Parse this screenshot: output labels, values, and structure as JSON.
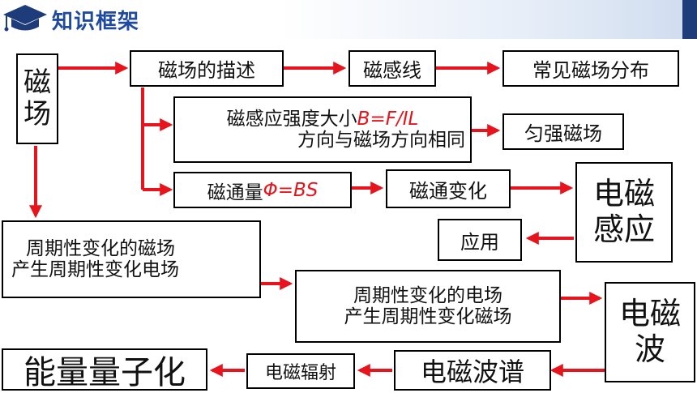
{
  "header": {
    "title": "知识框架",
    "icon": "graduation-cap-icon"
  },
  "colors": {
    "arrow": "#e8141d",
    "title": "#1f4aa0",
    "formula": "#e8141d"
  },
  "nodes": {
    "magnetic_field": {
      "line1": "磁",
      "line2": "场"
    },
    "describe": "磁场的描述",
    "field_lines": "磁感线",
    "common_distribution": "常见磁场分布",
    "induction_strength": {
      "text": "磁感应强度大小",
      "formula": "B=F/IL",
      "line2": "方向与磁场方向相同"
    },
    "uniform_field": "匀强磁场",
    "flux": {
      "text": "磁通量",
      "formula": "Φ=BS"
    },
    "flux_change": "磁通变化",
    "em_induction": {
      "line1": "电磁",
      "line2": "感应"
    },
    "application": "应用",
    "periodic_magnetic": {
      "line1": "周期性变化的磁场",
      "line2": "产生周期性变化电场"
    },
    "periodic_electric": {
      "line1": "周期性变化的电场",
      "line2": "产生周期性变化磁场"
    },
    "em_wave": {
      "line1": "电磁",
      "line2": "波"
    },
    "spectrum": "电磁波谱",
    "radiation": "电磁辐射",
    "quantization": "能量量子化"
  }
}
